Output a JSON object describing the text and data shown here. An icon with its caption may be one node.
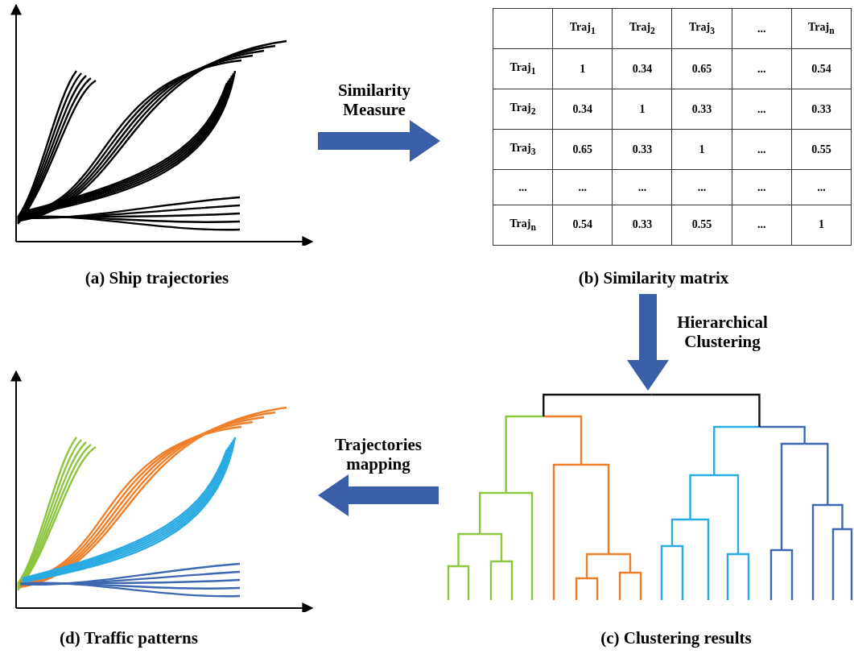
{
  "diagram": {
    "nodes": [
      {
        "text": [],
        "shape": "picture",
        "beside": [
          "(a) Ship trajectories"
        ]
      },
      {
        "text": [],
        "shape": "box",
        "beside": [
          "(b) Similarity matrix"
        ]
      },
      {
        "text": [],
        "shape": "picture",
        "beside": [
          "(c) Clustering results"
        ]
      },
      {
        "text": [],
        "shape": "picture",
        "beside": [
          "(d) Traffic patterns"
        ]
      }
    ],
    "edges": [
      {
        "from": 0,
        "to": 1,
        "arrow": "to",
        "label": "Similarity Measure",
        "style": "thick"
      },
      {
        "from": 1,
        "to": 2,
        "arrow": "to",
        "label": "Hierarchical Clustering",
        "style": "thick"
      },
      {
        "from": 2,
        "to": 3,
        "arrow": "to",
        "label": "Trajectories mapping",
        "style": "thick"
      }
    ],
    "labels": [
      "Traj$_{1}$",
      "Traj$_{2}$",
      "Traj$_{3}$",
      "...",
      "Traj$_{n}$",
      "Traj$_{1}$",
      "1",
      "0.34",
      "0.65",
      "...",
      "0.54",
      "Traj$_{2}$",
      "0.34",
      "1",
      "0.33",
      "...",
      "0.33",
      "Traj$_{3}$",
      "0.65",
      "0.33",
      "1",
      "...",
      "0.55",
      "...",
      "...",
      "...",
      "...",
      "...",
      "...",
      "Traj$_{n}$",
      "0.54",
      "0.33",
      "0.55",
      "...",
      "1"
    ]
  }
}
